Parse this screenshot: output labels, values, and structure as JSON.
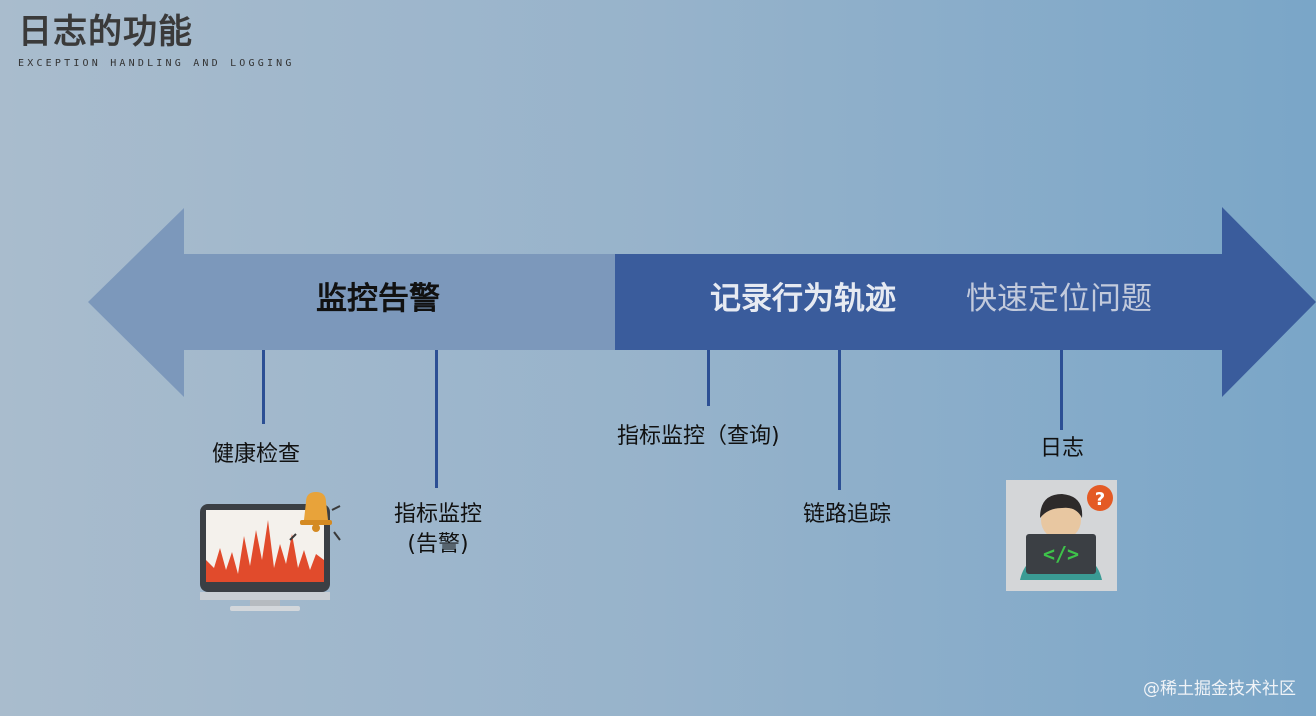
{
  "header": {
    "title": "日志的功能",
    "subtitle": "EXCEPTION HANDLING AND LOGGING"
  },
  "arrow": {
    "left_section_label": "监控告警",
    "middle_label": "记录行为轨迹",
    "right_label": "快速定位问题",
    "colors": {
      "left_band": "#7c98bb",
      "right_band": "#3a5c9c",
      "tick": "#2c4f94"
    }
  },
  "items": {
    "health_check": "健康检查",
    "metrics_alert_line1": "指标监控",
    "metrics_alert_line2": "(告警)",
    "metrics_query": "指标监控（查询)",
    "tracing": "链路追踪",
    "logs": "日志"
  },
  "icons": {
    "monitor": "monitor-alert-icon",
    "developer": "developer-question-icon"
  },
  "watermark": "@稀土掘金技术社区"
}
